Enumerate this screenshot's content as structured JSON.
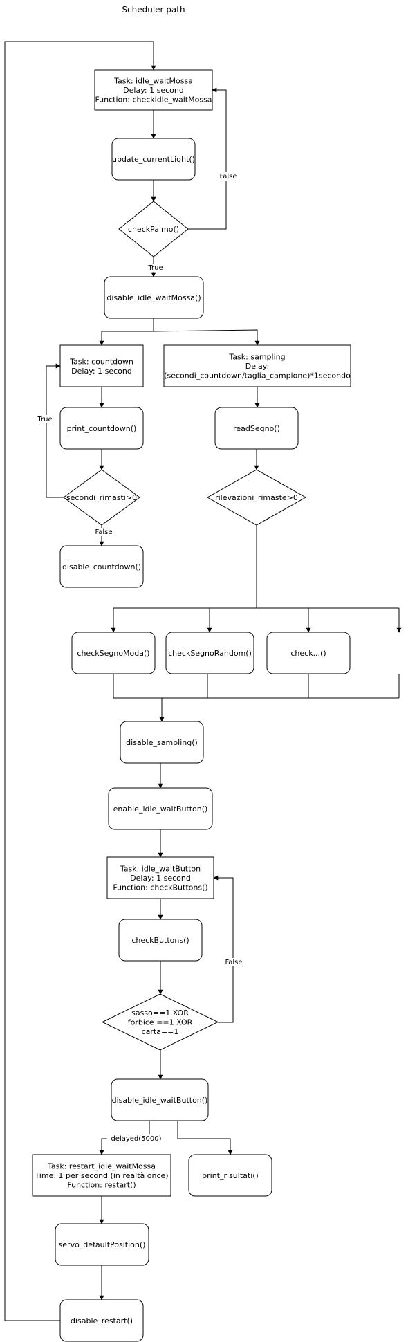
{
  "title": "Scheduler path",
  "colors": {
    "stroke": "#000000",
    "fill": "#ffffff",
    "text": "#000000"
  },
  "nodes": {
    "task_idle_waitMossa": {
      "shape": "rect",
      "lines": [
        "Task: idle_waitMossa",
        "Delay: 1 second",
        "Function: checkidle_waitMossa"
      ]
    },
    "update_currentLight": {
      "shape": "rounded",
      "lines": [
        "update_currentLight()"
      ]
    },
    "checkPalmo": {
      "shape": "diamond",
      "lines": [
        "checkPalmo()"
      ]
    },
    "disable_idle_waitMossa": {
      "shape": "rounded",
      "lines": [
        "disable_idle_waitMossa()"
      ]
    },
    "task_countdown": {
      "shape": "rect",
      "lines": [
        "Task: countdown",
        "Delay: 1 second"
      ]
    },
    "task_sampling": {
      "shape": "rect",
      "lines": [
        "Task: sampling",
        "Delay:",
        "(secondi_countdown/taglia_campione)*1secondo"
      ]
    },
    "print_countdown": {
      "shape": "rounded",
      "lines": [
        "print_countdown()"
      ]
    },
    "readSegno": {
      "shape": "rounded",
      "lines": [
        "readSegno()"
      ]
    },
    "secondi_rimasti": {
      "shape": "diamond",
      "lines": [
        "secondi_rimasti>0"
      ]
    },
    "rilevazioni_rimaste": {
      "shape": "diamond",
      "lines": [
        "rilevazioni_rimaste>0"
      ]
    },
    "disable_countdown": {
      "shape": "rounded",
      "lines": [
        "disable_countdown()"
      ]
    },
    "checkSegnoModa": {
      "shape": "rounded",
      "lines": [
        "checkSegnoModa()"
      ]
    },
    "checkSegnoRandom": {
      "shape": "rounded",
      "lines": [
        "checkSegnoRandom()"
      ]
    },
    "check_more": {
      "shape": "rounded",
      "lines": [
        "check...()"
      ]
    },
    "disable_sampling": {
      "shape": "rounded",
      "lines": [
        "disable_sampling()"
      ]
    },
    "enable_idle_waitButton": {
      "shape": "rounded",
      "lines": [
        "enable_idle_waitButton()"
      ]
    },
    "task_idle_waitButton": {
      "shape": "rect",
      "lines": [
        "Task: idle_waitButton",
        "Delay: 1 second",
        "Function: checkButtons()"
      ]
    },
    "checkButtons": {
      "shape": "rounded",
      "lines": [
        "checkButtons()"
      ]
    },
    "xor_check": {
      "shape": "diamond",
      "lines": [
        "sasso==1 XOR",
        "forbice ==1 XOR",
        "carta==1"
      ]
    },
    "disable_idle_waitButton": {
      "shape": "rounded",
      "lines": [
        "disable_idle_waitButton()"
      ]
    },
    "task_restart": {
      "shape": "rect",
      "lines": [
        "Task: restart_idle_waitMossa",
        "Time: 1 per second (in realtà once)",
        "Function: restart()"
      ]
    },
    "print_risultati": {
      "shape": "rounded",
      "lines": [
        "print_risultati()"
      ]
    },
    "servo_defaultPosition": {
      "shape": "rounded",
      "lines": [
        "servo_defaultPosition()"
      ]
    },
    "disable_restart": {
      "shape": "rounded",
      "lines": [
        "disable_restart()"
      ]
    }
  },
  "edge_labels": {
    "false_palmo": "False",
    "true_palmo": "True",
    "true_secondi": "True",
    "false_secondi": "False",
    "false_xor": "False",
    "delayed": "delayed(5000)"
  }
}
